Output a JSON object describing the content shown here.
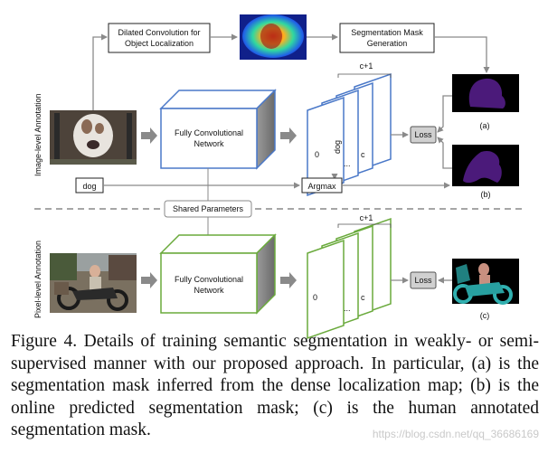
{
  "side_labels": {
    "top": "Image-level Annotation",
    "bottom": "Pixel-level Annotation"
  },
  "boxes": {
    "dilated": [
      "Dilated Convolution for",
      "Object Localization"
    ],
    "seg_gen": [
      "Segmentation Mask",
      "Generation"
    ],
    "fcn_top": [
      "Fully Convolutional",
      "Network"
    ],
    "fcn_bottom": [
      "Fully Convolutional",
      "Network"
    ],
    "dog": "dog",
    "argmax": "Argmax",
    "loss_top": "Loss",
    "loss_bottom": "Loss",
    "shared": "Shared Parameters"
  },
  "feature_maps": {
    "top": {
      "count": "c+1",
      "zero": "0",
      "dog": "dog",
      "dots": "...",
      "c": "c"
    },
    "bottom": {
      "count": "c+1",
      "zero": "0",
      "dots": "...",
      "c": "c"
    }
  },
  "output_labels": {
    "a": "(a)",
    "b": "(b)",
    "c": "(c)"
  },
  "caption": "Figure 4. Details of training semantic segmentation in weakly- or semi- supervised manner with our proposed approach. In particular, (a) is the segmentation mask inferred from the dense localization map; (b) is the online predicted segmentation mask; (c) is the human annotated segmentation mask.",
  "watermark": "https://blog.csdn.net/qq_36686169",
  "colors": {
    "fcn_blue": "#4a78c8",
    "fcn_green": "#6aaa3c",
    "mask_purple": "#4b1a7a",
    "arrow_gray": "#8a8a8a"
  }
}
